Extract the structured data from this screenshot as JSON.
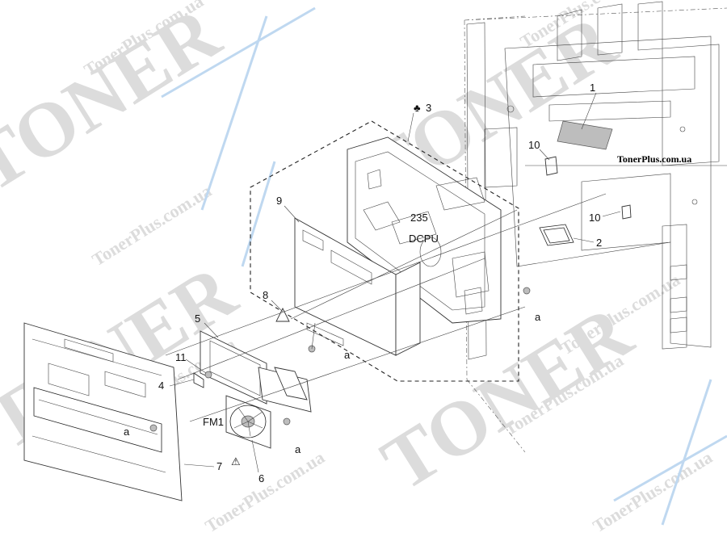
{
  "watermark": {
    "big_text": "TONER",
    "small_text": "TonerPlus.com.ua",
    "corner_label": "TonerPlus.com.ua",
    "color": "#d8d8d8"
  },
  "callouts": {
    "part_1": "1",
    "part_2": "2",
    "part_3": "3",
    "part_3_symbol": "♣",
    "part_4": "4",
    "part_5": "5",
    "part_6": "6",
    "part_7": "7",
    "part_8": "8",
    "part_9": "9",
    "part_10_upper": "10",
    "part_10_lower": "10",
    "part_11": "11",
    "fm1": "FM1",
    "dcpu": "DCPU",
    "board_number": "235",
    "screw_a_right": "a",
    "screw_a_center": "a",
    "screw_a_left": "a",
    "screw_a_fan": "a",
    "warning_symbol": "⚠"
  }
}
